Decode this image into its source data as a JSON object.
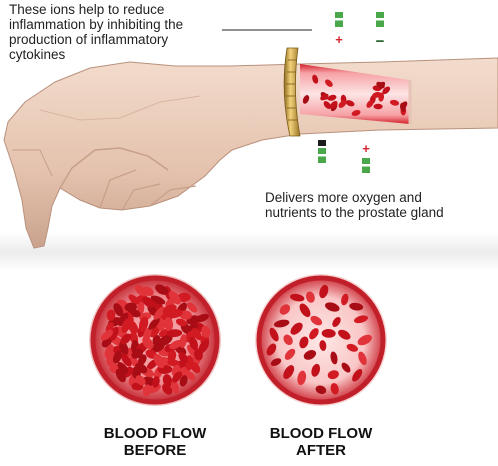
{
  "annotations": {
    "ions_text": "These ions help to reduce\ninflammation by inhibiting the\nproduction of inflammatory\ncytokines",
    "oxygen_text": "Delivers more oxygen and\nnutrients to the prostate gland"
  },
  "ion_signs": {
    "plus": "+",
    "minus": "−"
  },
  "captions": {
    "before_line1": "BLOOD FLOW",
    "before_line2": "BEFORE",
    "after_line1": "BLOOD FLOW",
    "after_line2": "AFTER"
  },
  "colors": {
    "skin": "#e8c9b6",
    "blood": "#c0121b",
    "vessel_wall": "#e85d66",
    "bracelet_gold": "#c9a23c",
    "ion_green": "#4aa84a",
    "ion_red": "#d8262e"
  }
}
